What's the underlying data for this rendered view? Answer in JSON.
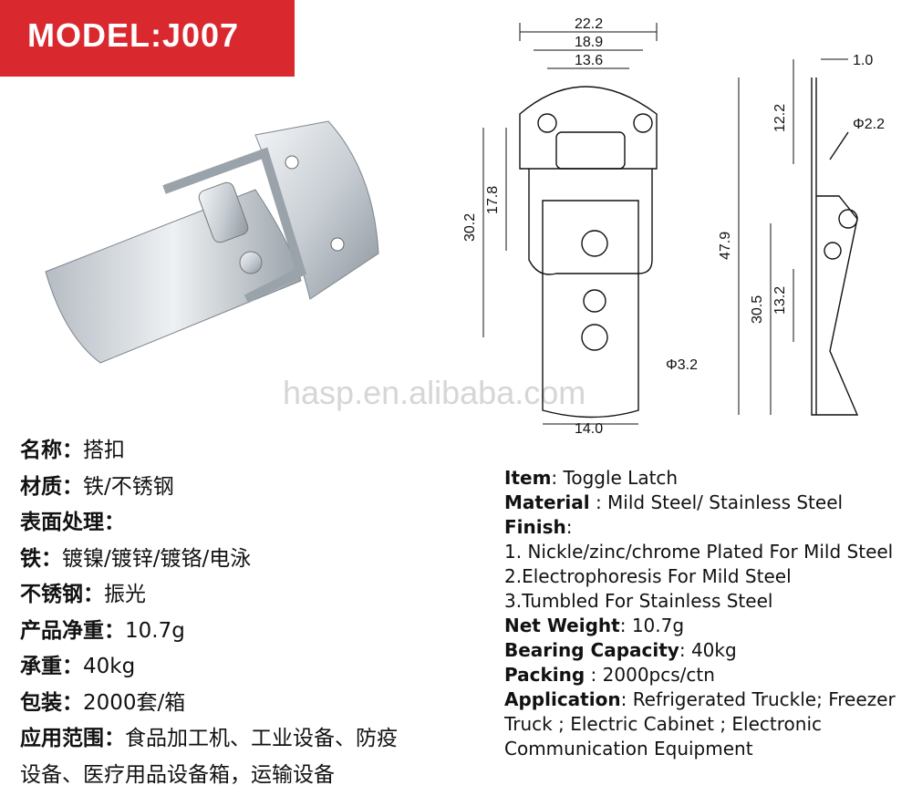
{
  "model_badge": "MODEL:J007",
  "watermark": "hasp.en.alibaba.com",
  "drawing_dims": {
    "w1": "22.2",
    "w2": "18.9",
    "w3": "13.6",
    "w4": "14.0",
    "h1": "30.2",
    "h2": "17.8",
    "h3": "47.9",
    "h4": "30.5",
    "h5": "13.2",
    "h6": "12.2",
    "t1": "1.0",
    "d1": "Φ2.2",
    "d2": "Φ3.2"
  },
  "cn_specs": [
    {
      "label": "名称",
      "value": "搭扣"
    },
    {
      "label": "材质",
      "value": "铁/不锈钢"
    },
    {
      "label": "表面处理",
      "value": ""
    },
    {
      "label": "铁",
      "value": "镀镍/镀锌/镀铬/电泳"
    },
    {
      "label": "不锈钢",
      "value": "振光"
    },
    {
      "label": "产品净重",
      "value": "10.7g"
    },
    {
      "label": "承重",
      "value": "40kg"
    },
    {
      "label": "包装",
      "value": "2000套/箱"
    },
    {
      "label": "应用范围",
      "value": "食品加工机、工业设备、防疫"
    },
    {
      "label": "",
      "value": "设备、医疗用品设备箱，运输设备"
    }
  ],
  "en_specs": {
    "item_label": "Item",
    "item_value": "Toggle Latch",
    "material_label": "Material",
    "material_value": "Mild Steel/ Stainless Steel",
    "finish_label": "Finish",
    "finish_1": "1. Nickle/zinc/chrome Plated For Mild Steel",
    "finish_2": "2.Electrophoresis For Mild Steel",
    "finish_3": "3.Tumbled For Stainless Steel",
    "weight_label": "Net Weight",
    "weight_value": "10.7g",
    "bearing_label": "Bearing Capacity",
    "bearing_value": "40kg",
    "packing_label": "Packing",
    "packing_value": "2000pcs/ctn",
    "application_label": "Application",
    "application_value": "Refrigerated Truckle; Freezer Truck ; Electric Cabinet ; Electronic Communication Equipment"
  }
}
